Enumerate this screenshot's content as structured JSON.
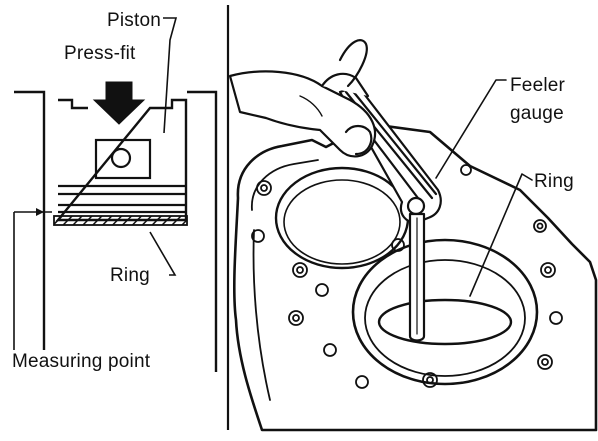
{
  "labels": {
    "piston": "Piston",
    "press_fit": "Press-fit",
    "ring_left": "Ring",
    "measuring_point": "Measuring point",
    "feeler_line1": "Feeler",
    "feeler_line2": "gauge",
    "ring_right": "Ring"
  },
  "colors": {
    "ink": "#111111",
    "paper": "#ffffff"
  }
}
